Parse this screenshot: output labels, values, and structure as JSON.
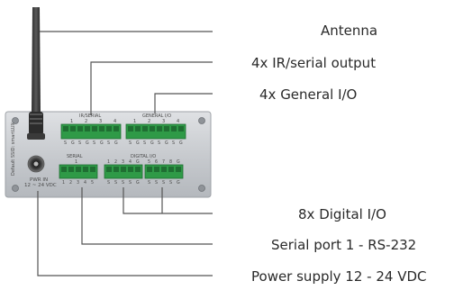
{
  "callouts": {
    "antenna": "Antenna",
    "ir_serial_output": "4x IR/serial output",
    "general_io": "4x General I/O",
    "digital_io": "8x Digital I/O",
    "serial_port": "Serial port 1 - RS-232",
    "power_supply": "Power supply 12 - 24 VDC"
  },
  "device_labels": {
    "ir_serial_header": "IR/SERIAL",
    "ir_serial_numbers": [
      "1",
      "2",
      "3",
      "4"
    ],
    "general_io_header": "GENERAL I/O",
    "general_io_numbers": [
      "1",
      "2",
      "3",
      "4"
    ],
    "ir_pin_letters": [
      "S",
      "G",
      "S",
      "G",
      "S",
      "G",
      "S",
      "G"
    ],
    "gen_pin_letters": [
      "S",
      "G",
      "S",
      "G",
      "S",
      "G",
      "S",
      "G"
    ],
    "serial_header": "SERIAL",
    "serial_number": "1",
    "serial_pins": [
      "1",
      "2",
      "3",
      "4",
      "5"
    ],
    "digital_io_header": "DIGITAL I/O",
    "digital_io_numbers_a": [
      "1",
      "2",
      "3",
      "4",
      "G"
    ],
    "digital_io_numbers_b": [
      "5",
      "6",
      "7",
      "8",
      "G"
    ],
    "digital_pin_letters_a": [
      "S",
      "S",
      "S",
      "S",
      "G"
    ],
    "digital_pin_letters_b": [
      "S",
      "S",
      "S",
      "S",
      "G"
    ],
    "power_label": "PWR IN",
    "power_range": "12 ~ 24 VDC",
    "side_text": "Default SSID: smartLUX"
  },
  "colors": {
    "panel": "#c9ccd0",
    "panel_edge": "#9ea2a7",
    "terminal_green": "#2f9a47",
    "terminal_dark": "#1f6e32",
    "antenna": "#3a3a3a",
    "leader_lines": "#555555"
  }
}
